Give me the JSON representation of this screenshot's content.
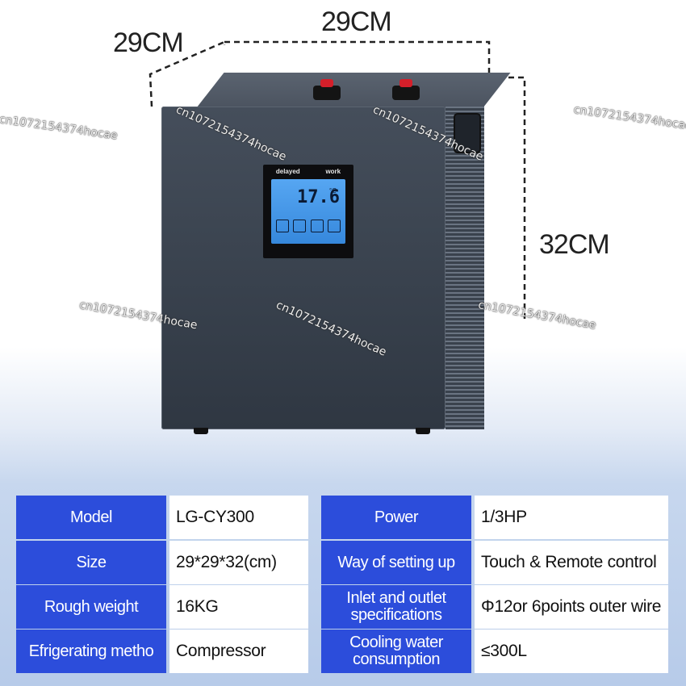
{
  "dimensions": {
    "left": "29CM",
    "top": "29CM",
    "right": "32CM"
  },
  "display": {
    "header_left": "delayed",
    "header_right": "work",
    "temperature": "17.6",
    "temp_unit": "°C"
  },
  "watermark": "cn1072154374hocae",
  "specs_left": [
    {
      "label": "Model",
      "value": "LG-CY300"
    },
    {
      "label": "Size",
      "value": "29*29*32(cm)"
    },
    {
      "label": "Rough weight",
      "value": "16KG"
    },
    {
      "label": "Efrigerating metho",
      "value": "Compressor"
    }
  ],
  "specs_right": [
    {
      "label": "Power",
      "value": "1/3HP"
    },
    {
      "label": "Way of setting up",
      "value": "Touch & Remote control"
    },
    {
      "label": "Inlet and outlet specifications",
      "value": "Φ12or 6points outer wire"
    },
    {
      "label": "Cooling water consumption",
      "value": "≤300L"
    }
  ],
  "colors": {
    "label_bg": "#2c4ddb",
    "unit_body": "#3b4450",
    "lcd": "#4a98e8"
  }
}
